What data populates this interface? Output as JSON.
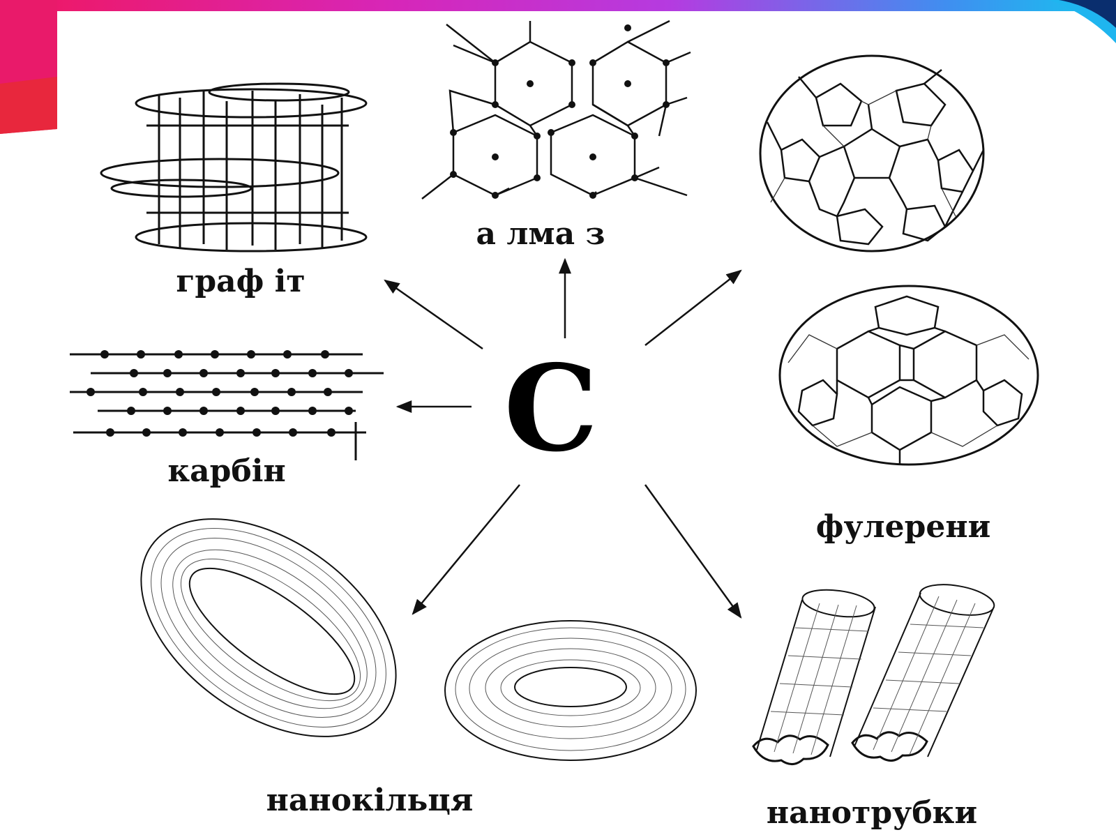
{
  "diagram": {
    "center": "C",
    "allotropes": [
      {
        "id": "graphite",
        "label": "граф іт"
      },
      {
        "id": "diamond",
        "label": "а лма з"
      },
      {
        "id": "fullerenes",
        "label": "фулерени"
      },
      {
        "id": "carbyne",
        "label": "карбін"
      },
      {
        "id": "nanorings",
        "label": "нанокільця"
      },
      {
        "id": "nanotubes",
        "label": "нанотрубки"
      }
    ]
  },
  "colors": {
    "banner_left": "#e8197a",
    "banner_mid": "#c62ad8",
    "banner_right": "#1fb5ef",
    "background": "#ffffff",
    "ink": "#111111"
  }
}
